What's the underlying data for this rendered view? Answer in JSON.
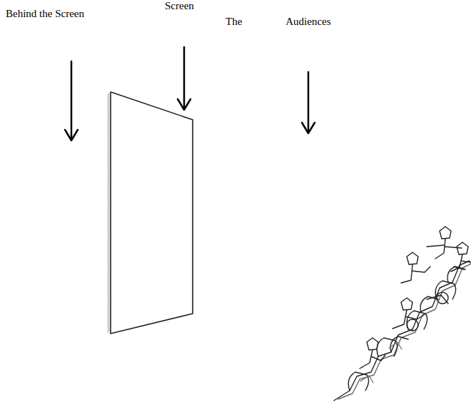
{
  "diagram": {
    "labels": [
      "Behind the Screen",
      "Screen",
      "The Audiences"
    ]
  }
}
